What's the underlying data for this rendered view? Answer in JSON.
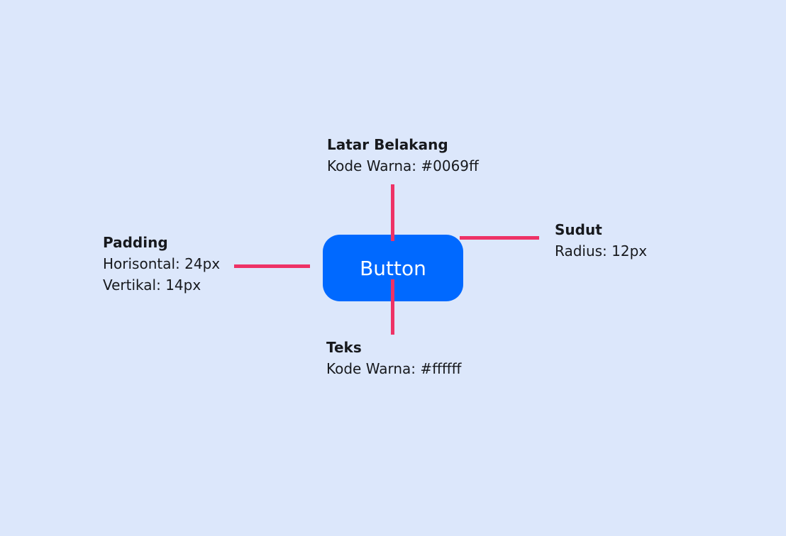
{
  "colors": {
    "background": "#dce7fb",
    "accent_line": "#ee3266",
    "button_background": "#0069ff",
    "button_text": "#ffffff",
    "text": "#17191d"
  },
  "button": {
    "label": "Button"
  },
  "annotations": {
    "background": {
      "title": "Latar Belakang",
      "lines": [
        "Kode Warna: #0069ff"
      ]
    },
    "padding": {
      "title": "Padding",
      "lines": [
        "Horisontal: 24px",
        "Vertikal: 14px"
      ]
    },
    "corner": {
      "title": "Sudut",
      "lines": [
        "Radius: 12px"
      ]
    },
    "text": {
      "title": "Teks",
      "lines": [
        "Kode Warna: #ffffff"
      ]
    }
  }
}
